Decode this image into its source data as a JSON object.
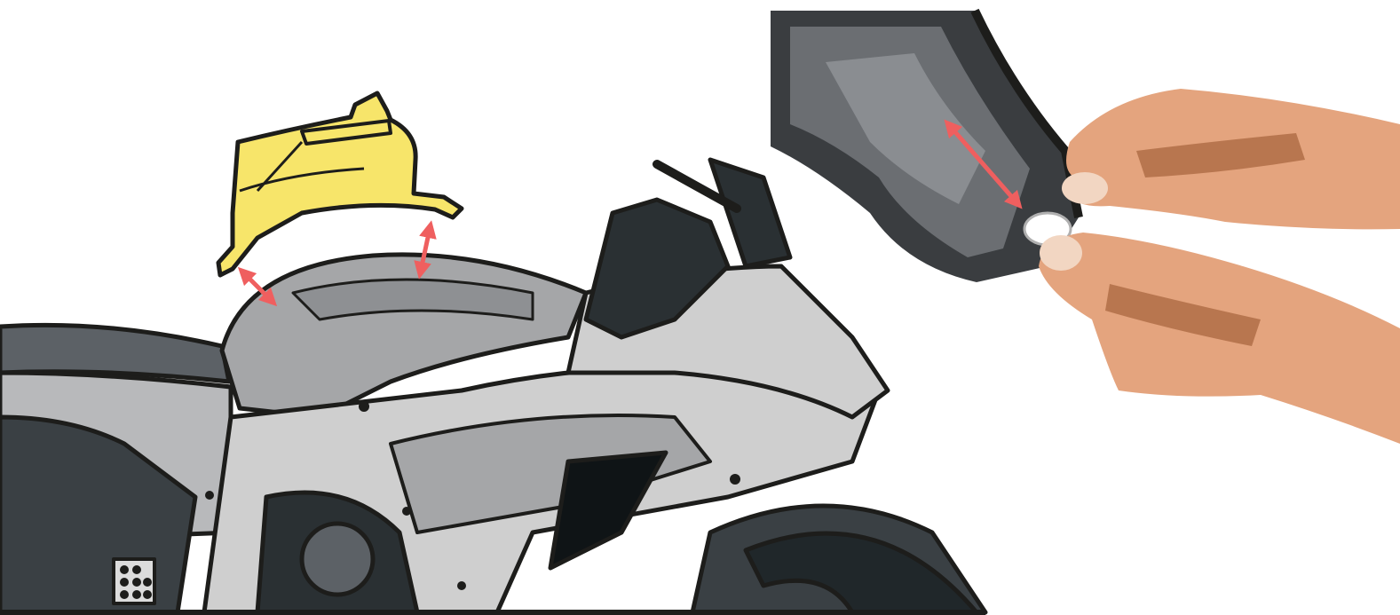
{
  "illustration": {
    "parts": [
      "yellow-tank-cover",
      "motorcycle",
      "tank-pad-detail",
      "hands"
    ],
    "colors": {
      "tank_cover_fill": "#f7e56a",
      "outline": "#1d1d1b",
      "arrow": "#ef5f5f",
      "bike_light": "#cfcfcf",
      "bike_mid": "#a5a6a8",
      "bike_dark": "#2a3033",
      "pad_dark": "#3a3d40",
      "pad_mid": "#6b6e72",
      "skin": "#e4a47e",
      "skin_shadow": "#b8764f"
    },
    "arrows": [
      "fit-arrow-rear",
      "fit-arrow-front",
      "pad-stretch-arrow"
    ]
  }
}
